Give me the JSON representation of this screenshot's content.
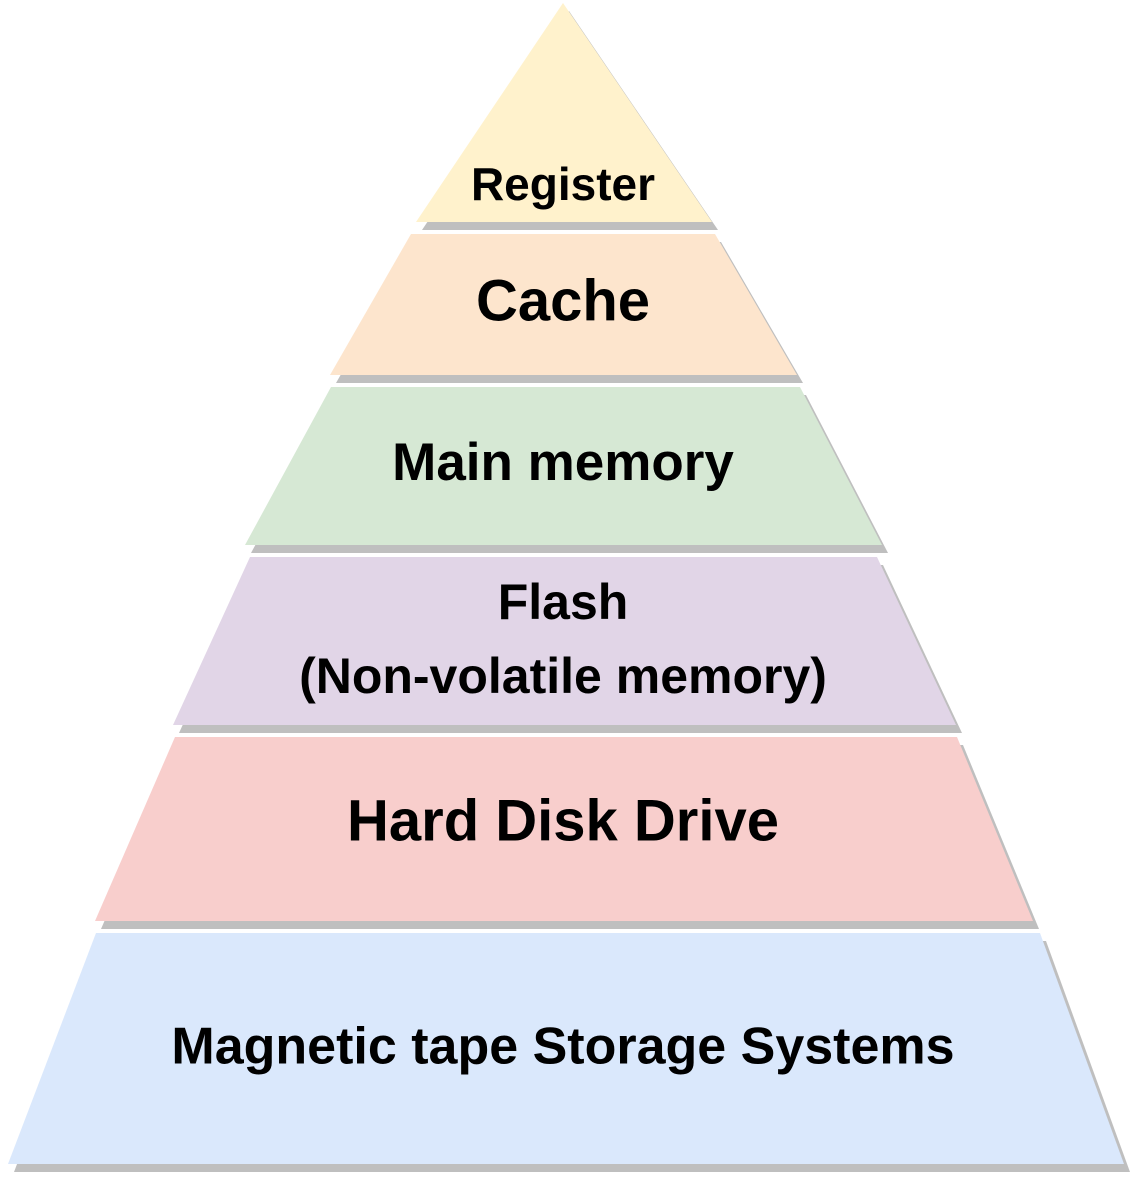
{
  "tiers": [
    {
      "id": "register",
      "lines": [
        "Register"
      ],
      "fill": "#fff2cc"
    },
    {
      "id": "cache",
      "lines": [
        "Cache"
      ],
      "fill": "#fde5cd"
    },
    {
      "id": "main-memory",
      "lines": [
        "Main memory"
      ],
      "fill": "#d6e8d4"
    },
    {
      "id": "flash",
      "lines": [
        "Flash",
        "(Non-volatile memory)"
      ],
      "fill": "#e1d5e7"
    },
    {
      "id": "hard-disk-drive",
      "lines": [
        "Hard Disk Drive"
      ],
      "fill": "#f8cecc"
    },
    {
      "id": "magnetic-tape",
      "lines": [
        "Magnetic tape Storage Systems"
      ],
      "fill": "#dae8fc"
    }
  ],
  "shadow_color": "#bfbfbf"
}
